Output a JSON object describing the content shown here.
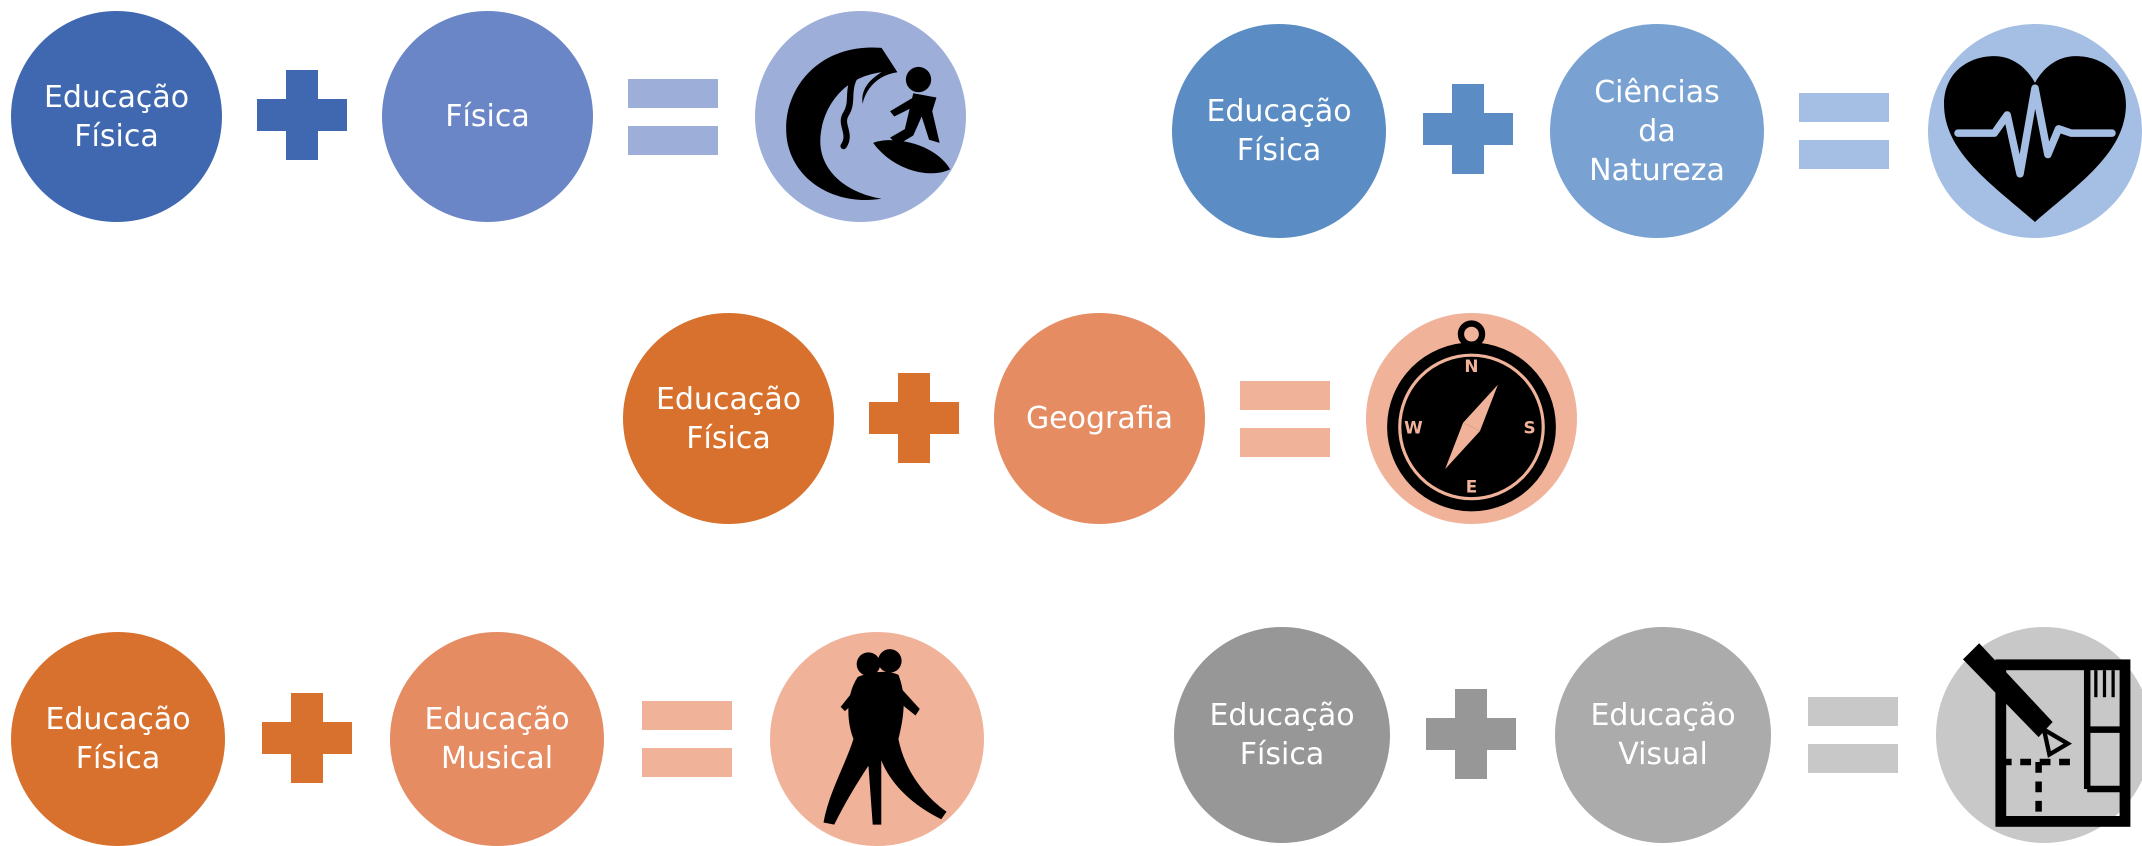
{
  "colors": {
    "blue_dark": "#3F68B0",
    "blue_mid": "#6B86C6",
    "blue_light": "#9DAFD9",
    "steel": "#5B8DC4",
    "steel_mid": "#79A2D2",
    "steel_light": "#A4BFE3",
    "orange": "#D8712D",
    "orange_mid": "#E58C63",
    "orange_light": "#F1B29A",
    "gray_dark": "#979797",
    "gray_mid": "#ABABAB",
    "gray_light": "#C8C8C8",
    "icon_fg": "#000000"
  },
  "equations": [
    {
      "id": "fisica",
      "left": "Educação\nFísica",
      "right": "Física",
      "result_icon": "surfing-icon"
    },
    {
      "id": "ciencias",
      "left": "Educação\nFísica",
      "right": "Ciências\nda\nNatureza",
      "result_icon": "heart-pulse-icon"
    },
    {
      "id": "geografia",
      "left": "Educação\nFísica",
      "right": "Geografia",
      "result_icon": "compass-icon",
      "compass": {
        "n": "N",
        "s": "S",
        "e": "E",
        "w": "W"
      }
    },
    {
      "id": "musical",
      "left": "Educação\nFísica",
      "right": "Educação\nMusical",
      "result_icon": "dancing-couple-icon"
    },
    {
      "id": "visual",
      "left": "Educação\nFísica",
      "right": "Educação\nVisual",
      "result_icon": "floor-plan-drawing-icon"
    }
  ]
}
